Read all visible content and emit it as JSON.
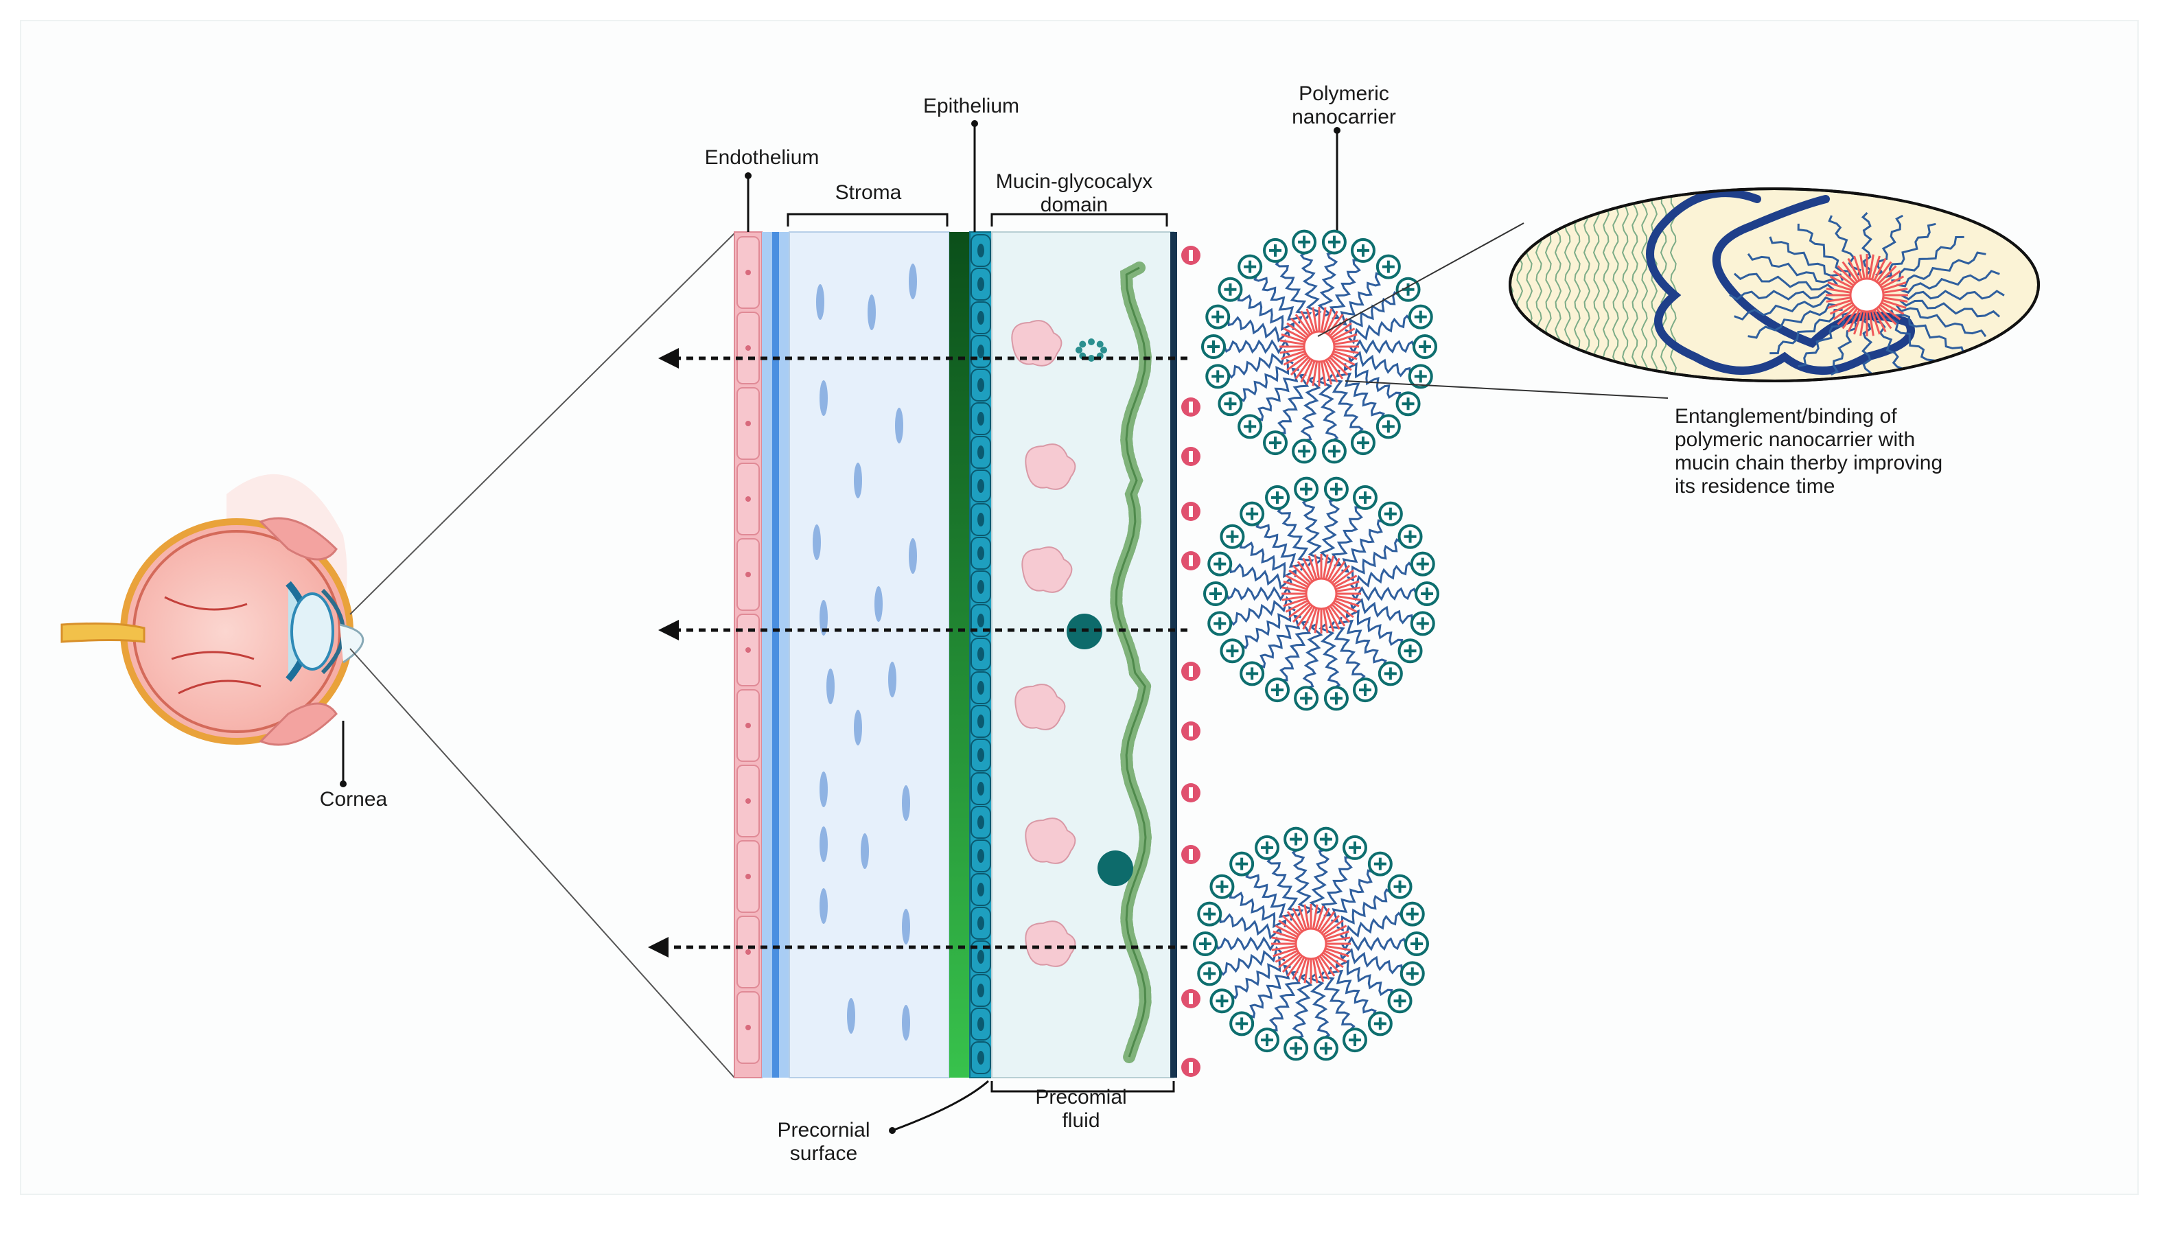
{
  "labels": {
    "epithelium": "Epithelium",
    "polymeric_nanocarrier": "Polymeric\nnanocarrier",
    "endothelium": "Endothelium",
    "stroma": "Stroma",
    "mucin_glycocalyx": "Mucin-glycocalyx\ndomain",
    "cornea": "Cornea",
    "entanglement": "Entanglement/binding of\npolymeric nanocarrier with\nmucin chain therby improving\nits residence time",
    "precomial_fluid": "Precomial\nfluid",
    "precornial_surface": "Precornial\nsurface"
  },
  "colors": {
    "endothelium_pink": "#f4b8c0",
    "stroma_blue": "#e6f0fb",
    "epithelium_green": "#1f8f2f",
    "epithelium_cells": "#1e9fbf",
    "mucin_domain": "#e8f4f6",
    "mucin_chain": "#7fb27a",
    "nanocarrier_core": "#f05a5a",
    "nanocarrier_arms": "#2f5f9e",
    "positive_charge": "#0d6e6e",
    "negative_charge": "#e0506e",
    "zoom_bg": "#fbf3d6"
  },
  "icons": {
    "positive": "plus-charge-icon",
    "negative": "minus-charge-icon",
    "arrow": "dotted-arrow-icon"
  }
}
